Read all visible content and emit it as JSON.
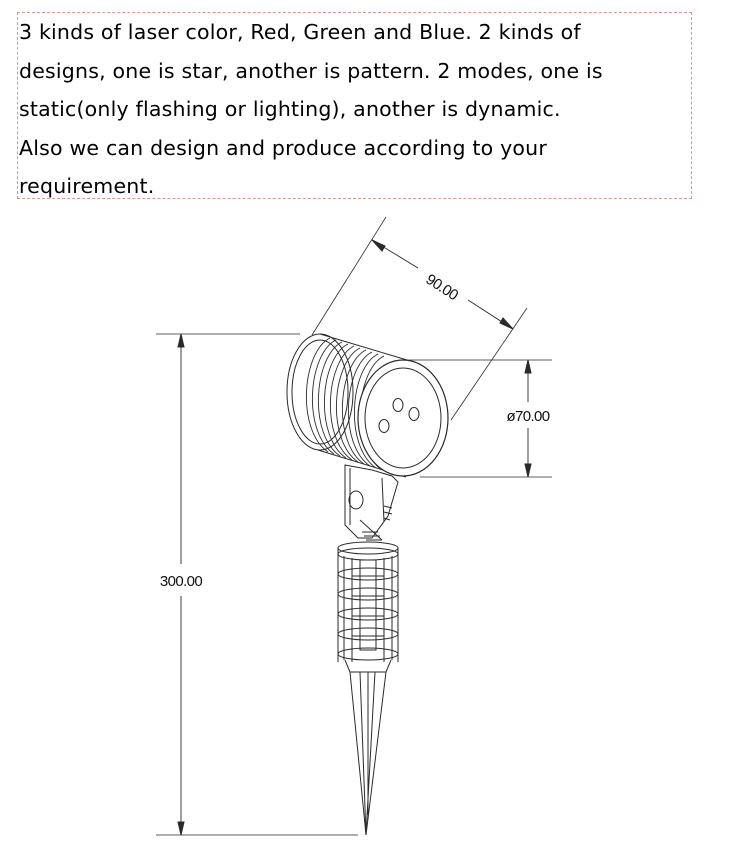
{
  "description": {
    "text": "3 kinds of laser color, Red, Green and Blue. 2 kinds of\ndesigns, one is star, another is pattern. 2 modes, one is\nstatic(only flashing or lighting), another is dynamic.\nAlso we can design and produce according to your\nrequirement."
  },
  "dimensions": {
    "length_label": "90.00",
    "diameter_label": "ø70.00",
    "height_label": "300.00"
  }
}
